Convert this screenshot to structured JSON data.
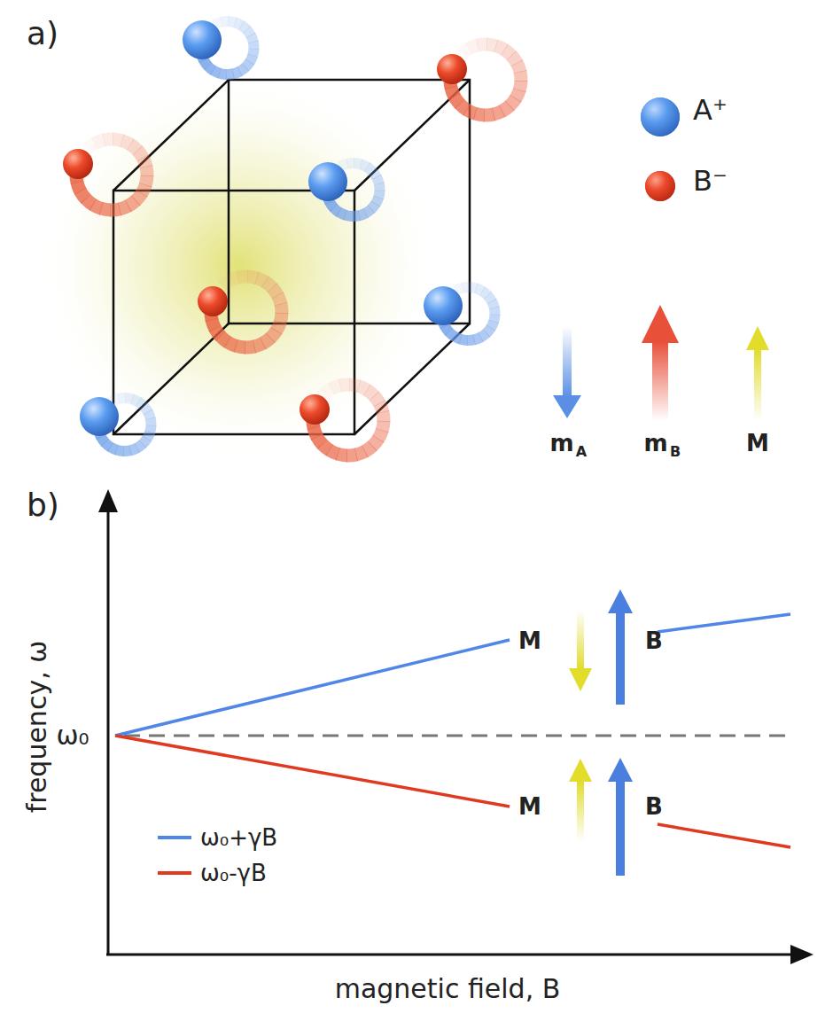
{
  "diagram": {
    "labels": [
      "a)",
      "m",
      "A",
      "m",
      "B",
      "M",
      "b)",
      "ω₀",
      "frequency, ω",
      "magnetic field, B",
      "M",
      "B",
      "M",
      "B"
    ],
    "legend": [
      {
        "text": "A⁺",
        "color": "#4a8ee6"
      },
      {
        "text": "B⁻",
        "color": "#e8402a"
      },
      {
        "text": "ω₀+γB",
        "color": "#4f86e8"
      },
      {
        "text": "ω₀-γB",
        "color": "#e0391f"
      }
    ]
  }
}
